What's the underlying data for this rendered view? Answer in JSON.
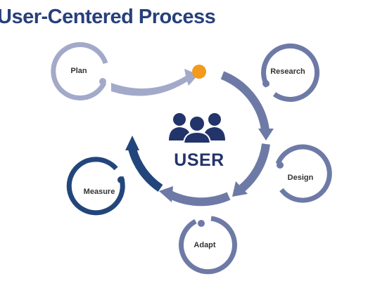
{
  "title": "User-Centered Process",
  "center": {
    "label": "USER",
    "icon": "user-group-icon"
  },
  "nodes": [
    {
      "id": "plan",
      "label": "Plan"
    },
    {
      "id": "research",
      "label": "Research"
    },
    {
      "id": "design",
      "label": "Design"
    },
    {
      "id": "adapt",
      "label": "Adapt"
    },
    {
      "id": "measure",
      "label": "Measure"
    }
  ],
  "colors": {
    "title": "#27407a",
    "center_text": "#22346a",
    "cycle_arrow": "#6e7aa6",
    "plan": "#a3a9c9",
    "research": "#6e7aa6",
    "design": "#6e7aa6",
    "adapt": "#6e7aa6",
    "measure": "#22467c",
    "start_dot": "#f39a1c"
  }
}
